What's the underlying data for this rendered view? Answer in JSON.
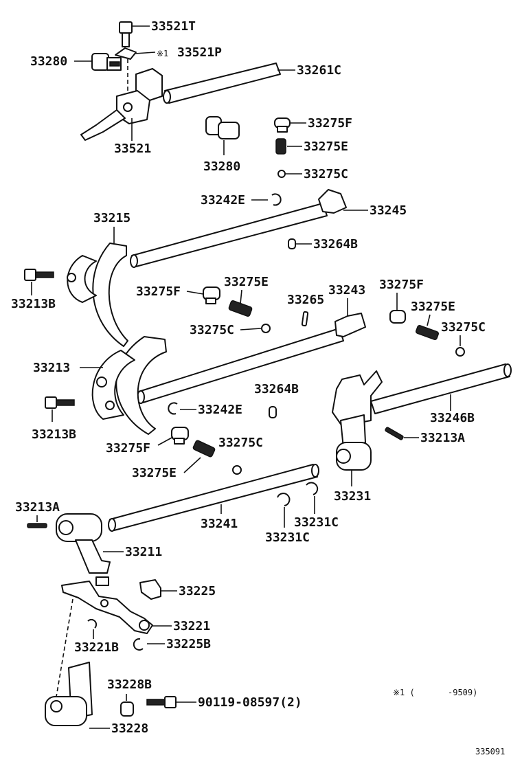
{
  "labels": {
    "p_33521T": "33521T",
    "p_33521P": "33521P",
    "p_33280a": "33280",
    "p_33261C": "33261C",
    "p_33521": "33521",
    "p_33280b": "33280",
    "p_33275F_a": "33275F",
    "p_33275E_a": "33275E",
    "p_33275C_a": "33275C",
    "p_33242E_a": "33242E",
    "p_33245": "33245",
    "p_33215": "33215",
    "p_33264B_a": "33264B",
    "p_33213B_a": "33213B",
    "p_33275F_b": "33275F",
    "p_33275E_b": "33275E",
    "p_33265": "33265",
    "p_33243": "33243",
    "p_33275F_c": "33275F",
    "p_33275E_c": "33275E",
    "p_33275C_b": "33275C",
    "p_33275C_c": "33275C",
    "p_33213": "33213",
    "p_33264B_b": "33264B",
    "p_33242E_b": "33242E",
    "p_33246B": "33246B",
    "p_33213B_b": "33213B",
    "p_33213A_a": "33213A",
    "p_33275F_d": "33275F",
    "p_33275C_d": "33275C",
    "p_33275E_d": "33275E",
    "p_33231": "33231",
    "p_33213A_b": "33213A",
    "p_33241": "33241",
    "p_33231C_a": "33231C",
    "p_33231C_b": "33231C",
    "p_33211": "33211",
    "p_33225": "33225",
    "p_33221": "33221",
    "p_33221B": "33221B",
    "p_33225B": "33225B",
    "p_33228B": "33228B",
    "p_90119": "90119-08597(2)",
    "p_33228": "33228"
  },
  "note_mark_a": "※1",
  "note_mark_b": "※1 (",
  "note_range": "-9509)",
  "figure_id": "335091"
}
